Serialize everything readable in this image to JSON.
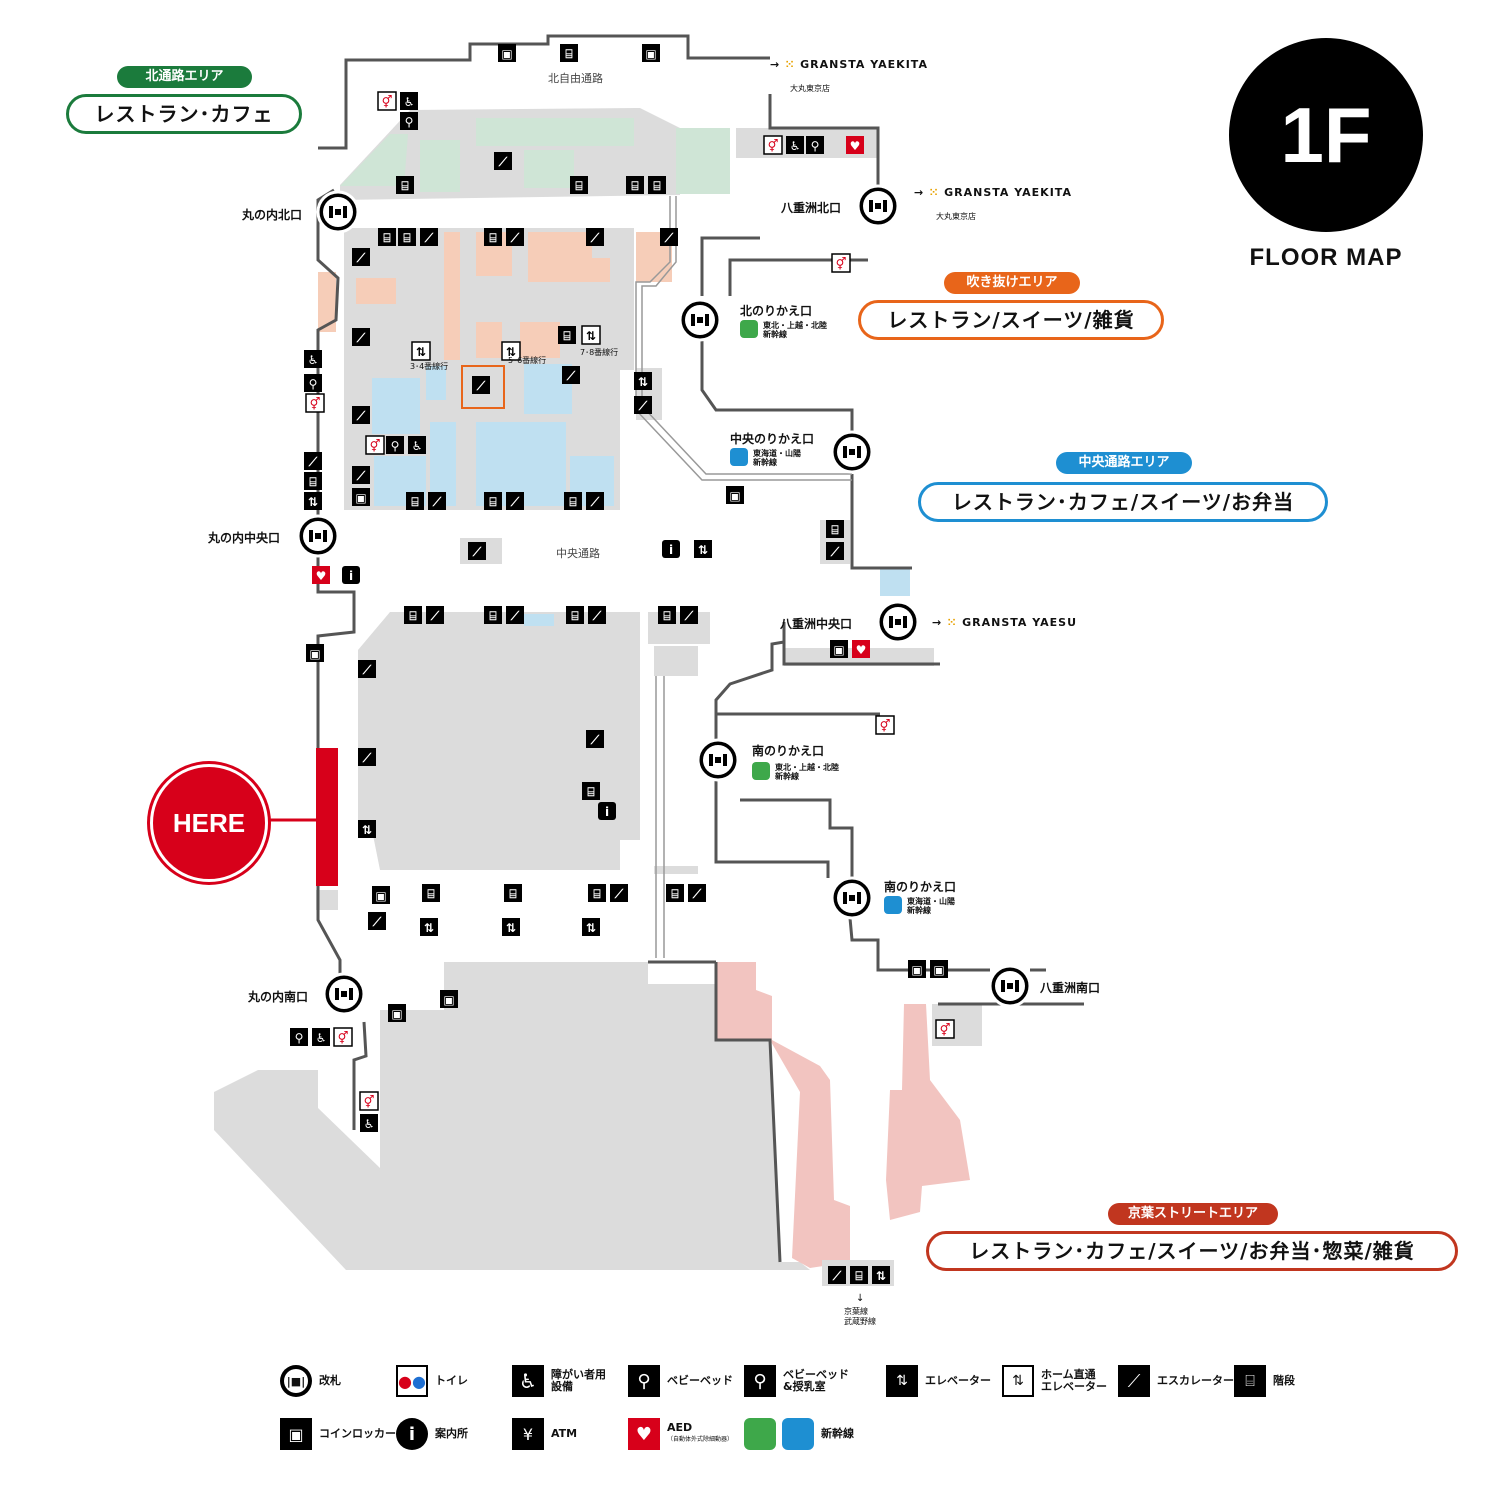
{
  "floor": {
    "number": "1F",
    "caption": "FLOOR MAP"
  },
  "here_label": "HERE",
  "areas": {
    "north": {
      "tag": "北通路エリア",
      "title": "レストラン･カフェ",
      "color": "#1b7b3c"
    },
    "atrium": {
      "tag": "吹き抜けエリア",
      "title": "レストラン/スイーツ/雑貨",
      "color": "#e8651a"
    },
    "central": {
      "tag": "中央通路エリア",
      "title": "レストラン･カフェ/スイーツ/お弁当",
      "color": "#1e8fd2"
    },
    "keiyo": {
      "tag": "京葉ストリートエリア",
      "title": "レストラン･カフェ/スイーツ/お弁当･惣菜/雑貨",
      "color": "#c1361f"
    }
  },
  "gates": {
    "marunouchi_north": "丸の内北口",
    "marunouchi_central": "丸の内中央口",
    "marunouchi_south": "丸の内南口",
    "yaesu_north": "八重洲北口",
    "yaesu_central": "八重洲中央口",
    "yaesu_south": "八重洲南口",
    "north_transfer": "北のりかえ口",
    "central_transfer": "中央のりかえ口",
    "south_transfer_1": "南のりかえ口",
    "south_transfer_2": "南のりかえ口"
  },
  "lines": {
    "tohoku": "東北・上越・北陸",
    "tohoku_sub": "新幹線",
    "tokaido": "東海道・山陽",
    "tokaido_sub": "新幹線",
    "keiyo": "京葉線",
    "musashino": "武蔵野線"
  },
  "passages": {
    "north_free": "北自由通路",
    "central": "中央通路"
  },
  "platform_labels": {
    "p34": "3･4番線行",
    "p56": "5･6番線行",
    "p78": "7･8番線行"
  },
  "destinations": {
    "granstayaekita_1": "GRANSTA YAEKITA",
    "daimaru_1": "大丸東京店",
    "granstayaekita_2": "GRANSTA YAEKITA",
    "daimaru_2": "大丸東京店",
    "granstayaesu": "GRANSTA YAESU"
  },
  "legend": {
    "ticket_gate": "改札",
    "toilet": "トイレ",
    "accessible": "障がい者用",
    "accessible_2": "設備",
    "baby_bed": "ベビーベッド",
    "baby_nursing": "ベビーベッド",
    "baby_nursing_2": "&授乳室",
    "elevator": "エレベーター",
    "platform_elevator": "ホーム直通",
    "platform_elevator_2": "エレベーター",
    "escalator": "エスカレーター",
    "stairs": "階段",
    "coin_locker": "コインロッカー",
    "info": "案内所",
    "atm": "ATM",
    "aed": "AED",
    "aed_note": "（自動体外式除細動器）",
    "shinkansen": "新幹線"
  },
  "colors": {
    "north_zone": "#cfe5d6",
    "atrium_zone": "#f6cdb8",
    "central_zone": "#bfe0f1",
    "keiyo_zone": "#f2c4c0",
    "floor_gray": "#dcdcdc",
    "here_red": "#d7001a"
  }
}
